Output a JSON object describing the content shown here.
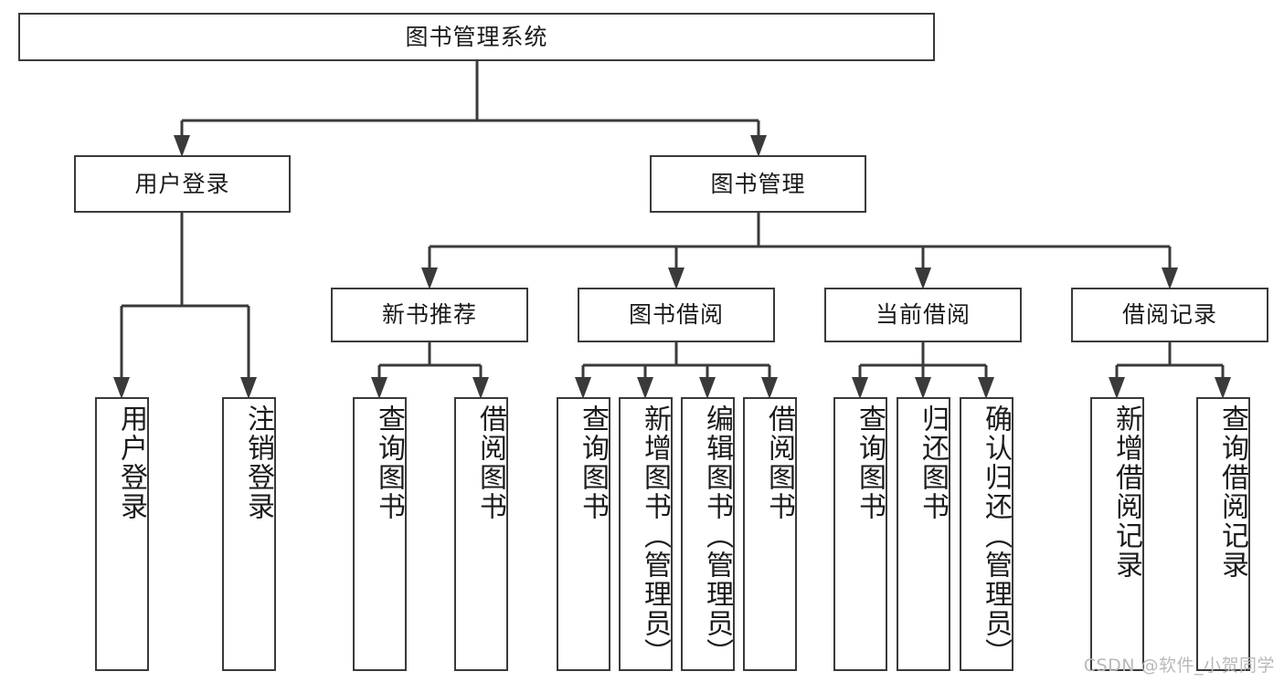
{
  "diagram": {
    "type": "tree-hierarchy",
    "orientation": "top-down",
    "title": "图书管理系统",
    "line_color": "#3a3a3a",
    "box_fill": "#ffffff",
    "text_color": "#1b1b1b",
    "levels": 4,
    "nodes": {
      "root": {
        "label": "图书管理系统",
        "level": 1
      },
      "l2": [
        {
          "label": "用户登录",
          "level": 2
        },
        {
          "label": "图书管理",
          "level": 2
        }
      ],
      "l3": [
        {
          "label": "新书推荐",
          "level": 3
        },
        {
          "label": "图书借阅",
          "level": 3
        },
        {
          "label": "当前借阅",
          "level": 3
        },
        {
          "label": "借阅记录",
          "level": 3
        }
      ],
      "leaves_user_login": [
        {
          "label": "用户登录",
          "level": 3
        },
        {
          "label": "注销登录",
          "level": 3
        }
      ],
      "leaves_new_books": [
        {
          "label": "查询图书",
          "level": 4
        },
        {
          "label": "借阅图书",
          "level": 4
        }
      ],
      "leaves_borrow": [
        {
          "label": "查询图书",
          "level": 4
        },
        {
          "label": "新增图书（管理员）",
          "level": 4
        },
        {
          "label": "编辑图书（管理员）",
          "level": 4
        },
        {
          "label": "借阅图书",
          "level": 4
        }
      ],
      "leaves_current": [
        {
          "label": "查询图书",
          "level": 4
        },
        {
          "label": "归还图书",
          "level": 4
        },
        {
          "label": "确认归还（管理员）",
          "level": 4
        }
      ],
      "leaves_records": [
        {
          "label": "新增借阅记录",
          "level": 4
        },
        {
          "label": "查询借阅记录",
          "level": 4
        }
      ]
    },
    "watermark": "CSDN @软件_小贺同学"
  }
}
